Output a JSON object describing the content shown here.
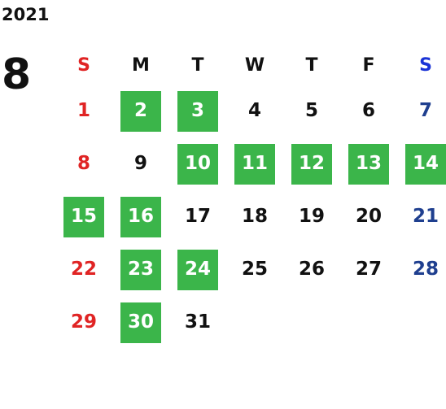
{
  "year": "2021",
  "month": "8",
  "colors": {
    "highlight": "#3bb54a",
    "sunday": "#e02424",
    "saturday": "#1f3f8f",
    "saturday_header": "#1a33d6",
    "text": "#111111"
  },
  "weekdays": [
    "S",
    "M",
    "T",
    "W",
    "T",
    "F",
    "S"
  ],
  "first_weekday_index": 0,
  "days": [
    {
      "n": "1",
      "hl": false
    },
    {
      "n": "2",
      "hl": true
    },
    {
      "n": "3",
      "hl": true
    },
    {
      "n": "4",
      "hl": false
    },
    {
      "n": "5",
      "hl": false
    },
    {
      "n": "6",
      "hl": false
    },
    {
      "n": "7",
      "hl": false
    },
    {
      "n": "8",
      "hl": false
    },
    {
      "n": "9",
      "hl": false
    },
    {
      "n": "10",
      "hl": true
    },
    {
      "n": "11",
      "hl": true
    },
    {
      "n": "12",
      "hl": true
    },
    {
      "n": "13",
      "hl": true
    },
    {
      "n": "14",
      "hl": true
    },
    {
      "n": "15",
      "hl": true
    },
    {
      "n": "16",
      "hl": true
    },
    {
      "n": "17",
      "hl": false
    },
    {
      "n": "18",
      "hl": false
    },
    {
      "n": "19",
      "hl": false
    },
    {
      "n": "20",
      "hl": false
    },
    {
      "n": "21",
      "hl": false
    },
    {
      "n": "22",
      "hl": false
    },
    {
      "n": "23",
      "hl": true
    },
    {
      "n": "24",
      "hl": true
    },
    {
      "n": "25",
      "hl": false
    },
    {
      "n": "26",
      "hl": false
    },
    {
      "n": "27",
      "hl": false
    },
    {
      "n": "28",
      "hl": false
    },
    {
      "n": "29",
      "hl": false
    },
    {
      "n": "30",
      "hl": true
    },
    {
      "n": "31",
      "hl": false
    }
  ]
}
